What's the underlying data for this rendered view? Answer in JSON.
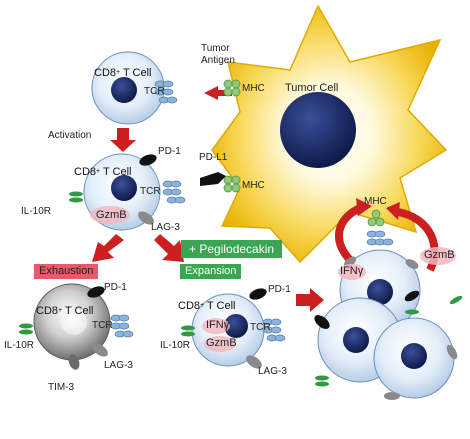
{
  "tumor": {
    "label": "Tumor Cell",
    "antigen_label": "Tumor Antigen"
  },
  "cells": {
    "naive": {
      "title": "CD8",
      "sup": "+",
      "title_rest": " T Cell",
      "tcr": "TCR"
    },
    "activated": {
      "title": "CD8",
      "sup": "+",
      "title_rest": " T Cell",
      "tcr": "TCR",
      "pd1": "PD-1",
      "il10r": "IL-10R",
      "gzmb": "GzmB",
      "lag3": "LAG-3"
    },
    "exhausted": {
      "title": "CD8",
      "sup": "+",
      "title_rest": " T Cell",
      "tcr": "TCR",
      "pd1": "PD-1",
      "il10r": "IL-10R",
      "lag3": "LAG-3",
      "tim3": "TIM-3"
    },
    "expanded": {
      "title": "CD8",
      "sup": "+",
      "title_rest": " T Cell",
      "tcr": "TCR",
      "pd1": "PD-1",
      "il10r": "IL-10R",
      "ifng": "IFNγ",
      "gzmb": "GzmB",
      "lag3": "LAG-3"
    }
  },
  "labels": {
    "mhc_top": "MHC",
    "mhc_mid": "MHC",
    "mhc_cluster": "MHC",
    "pdl1": "PD-L1",
    "activation": "Activation",
    "exhaustion": "Exhaustion",
    "pegilodecakin": "+ Pegilodecakin",
    "expansion": "Expansion",
    "cluster_ifng": "IFNγ",
    "cluster_gzmb": "GzmB"
  },
  "colors": {
    "arrow_red": "#cc1f1f",
    "cell_fill": "#dbe8f6",
    "cell_edge": "#5b7fb0",
    "nucleus": "#1b2a6b",
    "tumor_yellow": "#f3c31b",
    "tcr": "#8bb3dd",
    "mhc_green": "#8fc97a",
    "receptor_green": "#2f9a3f",
    "gray_receptor": "#8a8a8a",
    "exhaust_gray": "#7a7a7a"
  }
}
